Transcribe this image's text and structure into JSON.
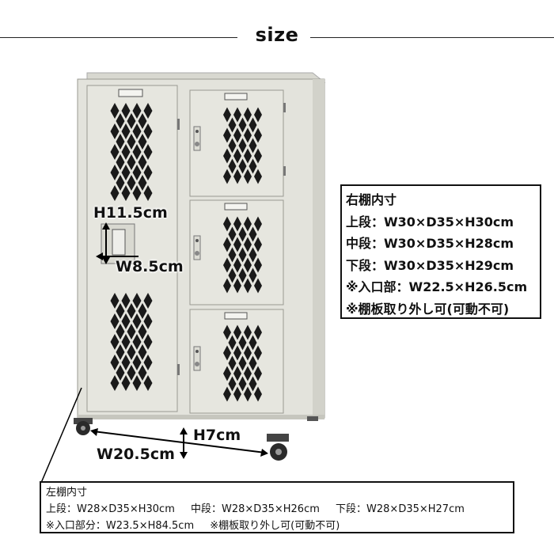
{
  "title": "size",
  "dimensions": {
    "left_opening_h": "H11.5cm",
    "left_opening_w": "W8.5cm",
    "caster_h": "H7cm",
    "caster_w": "W20.5cm"
  },
  "right_shelf": {
    "heading": "右棚内寸",
    "upper": "上段：W30×D35×H30cm",
    "middle": "中段：W30×D35×H28cm",
    "lower": "下段：W30×D35×H29cm",
    "entrance": "※入口部：W22.5×H26.5cm",
    "note": "※棚板取り外し可(可動不可)"
  },
  "left_shelf": {
    "heading": "左棚内寸",
    "upper": "上段：W28×D35×H30cm",
    "middle": "中段：W28×D35×H26cm",
    "lower": "下段：W28×D35×H27cm",
    "entrance": "※入口部分：W23.5×H84.5cm",
    "note": "※棚板取り外し可(可動不可)"
  },
  "colors": {
    "cabinet": "#e3e3dc",
    "cabinet_shade": "#cfcfc7",
    "perforation": "#1a1a1a"
  }
}
